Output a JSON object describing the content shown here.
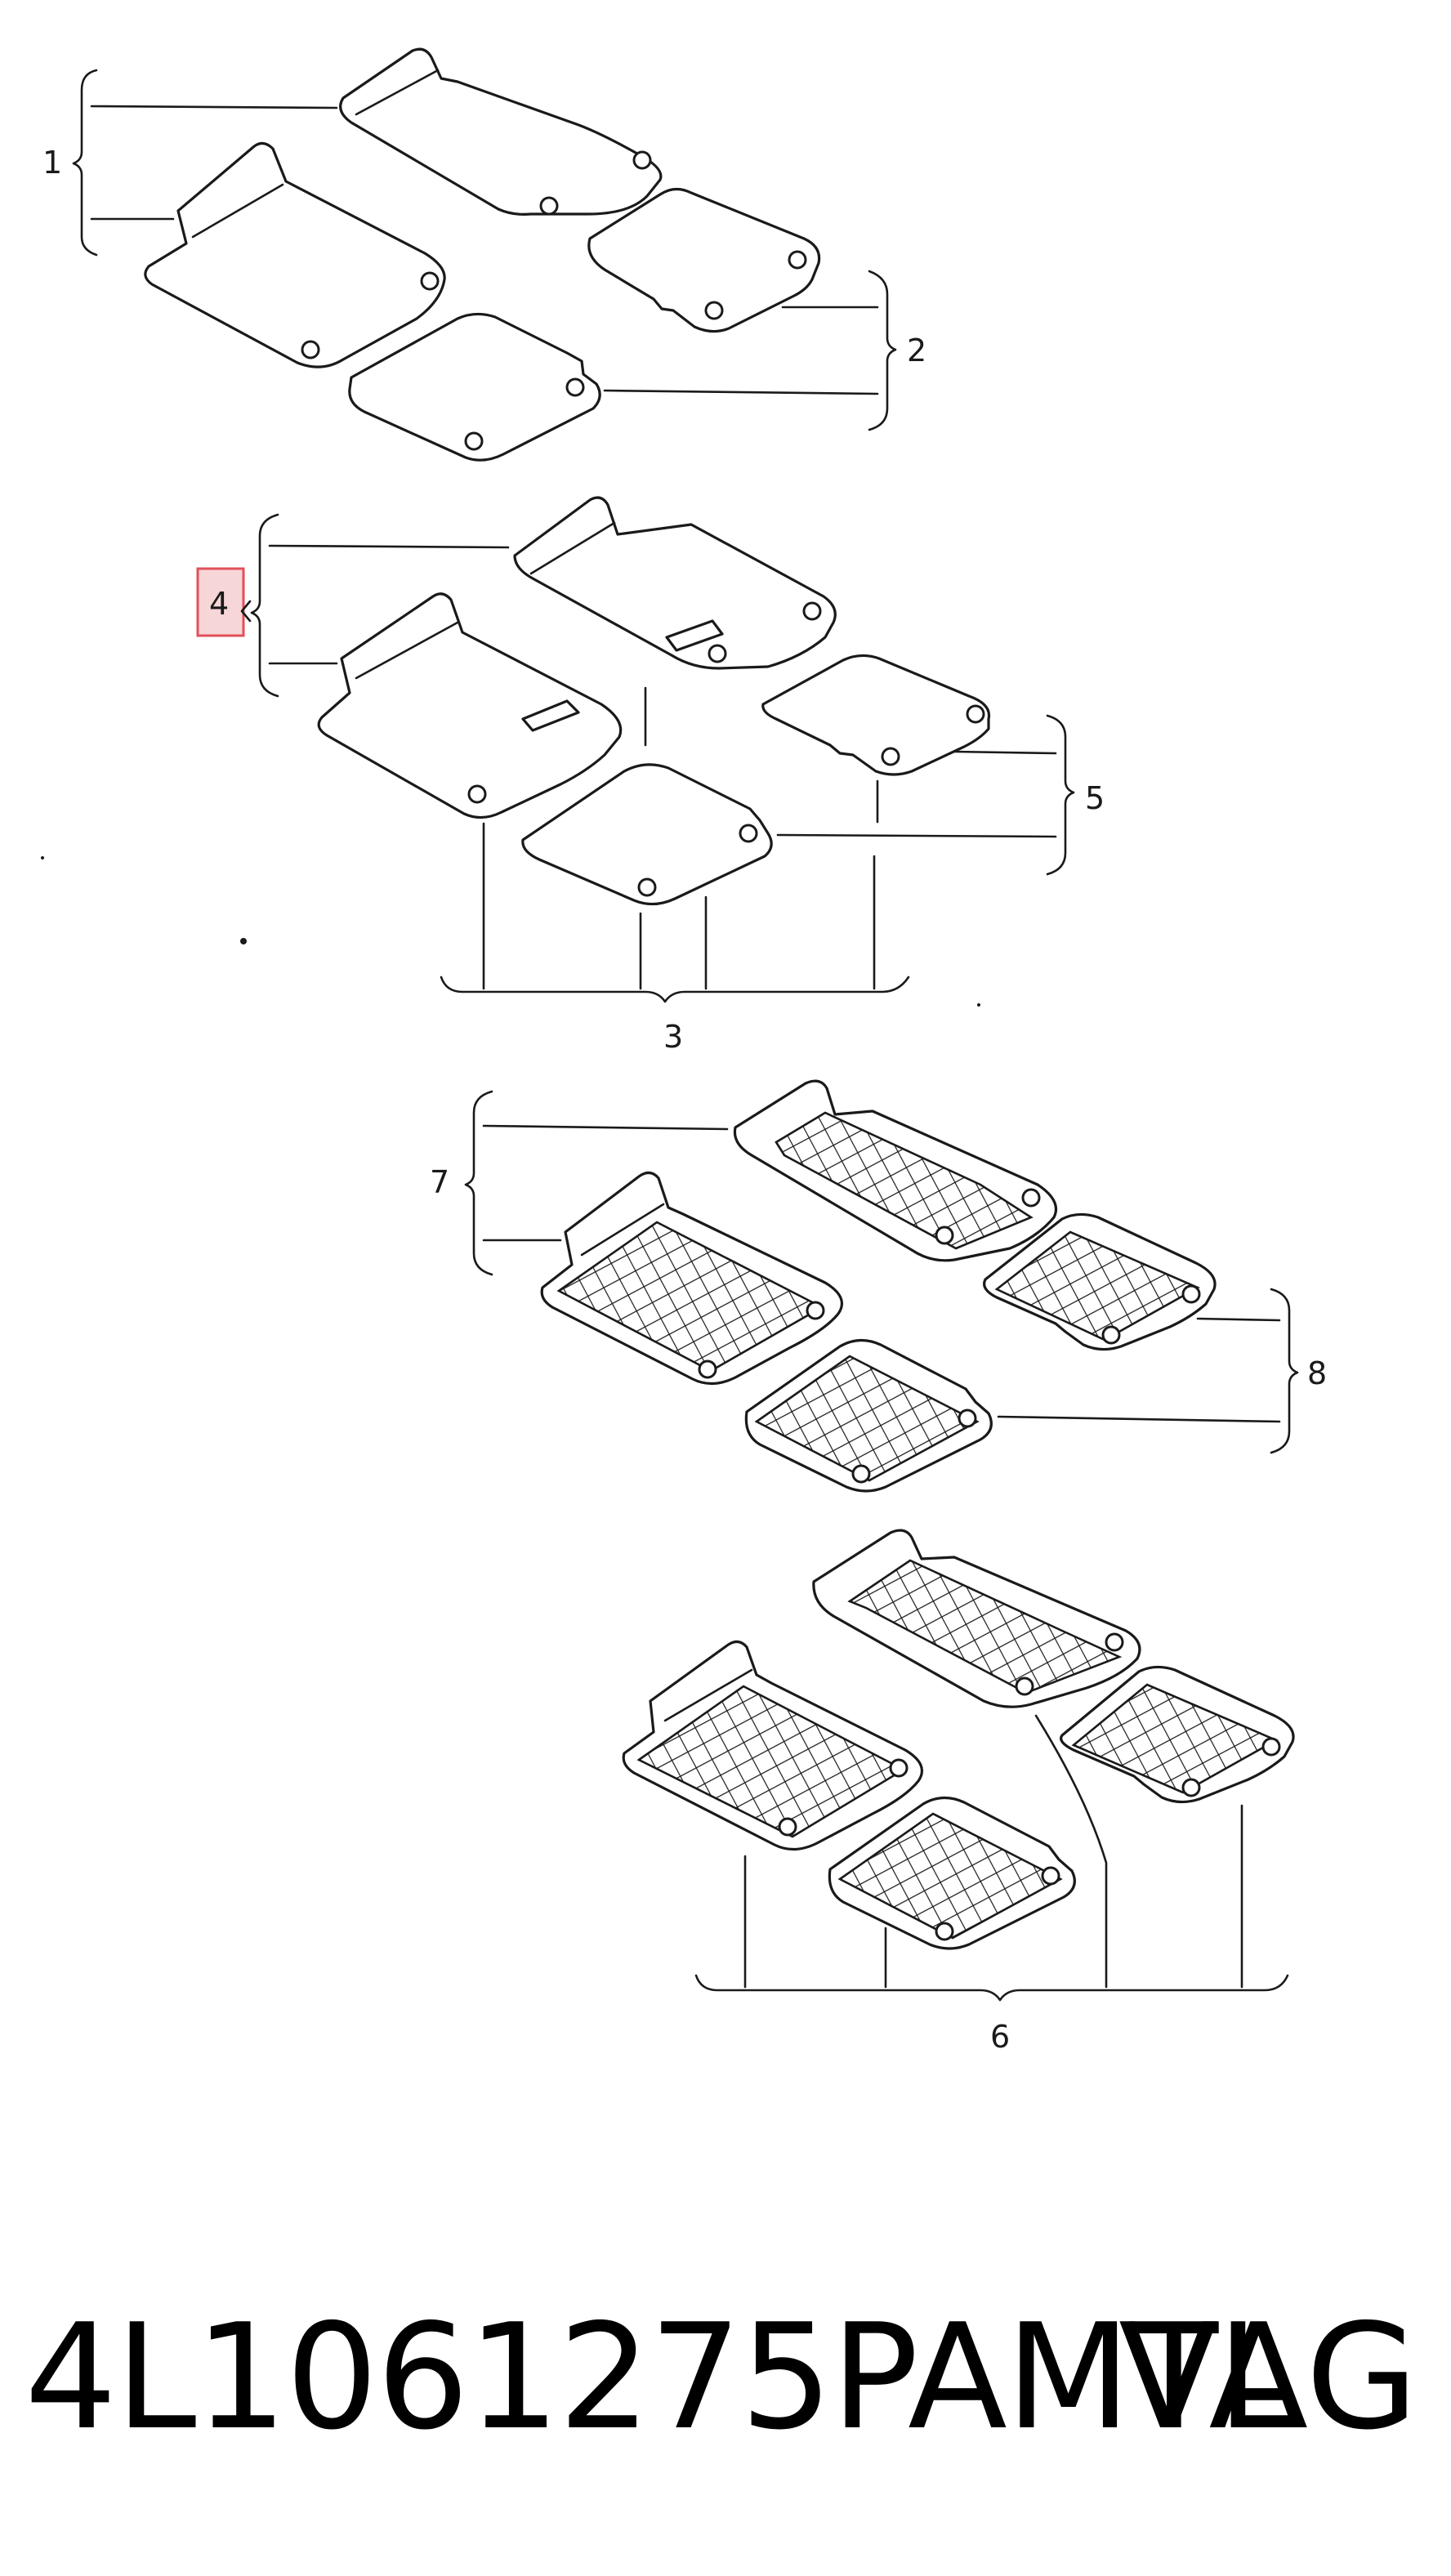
{
  "diagram": {
    "callouts": [
      {
        "id": "1",
        "text": "1"
      },
      {
        "id": "2",
        "text": "2"
      },
      {
        "id": "3",
        "text": "3"
      },
      {
        "id": "4",
        "text": "4",
        "highlighted": true
      },
      {
        "id": "5",
        "text": "5"
      },
      {
        "id": "6",
        "text": "6"
      },
      {
        "id": "7",
        "text": "7"
      },
      {
        "id": "8",
        "text": "8"
      }
    ],
    "highlight_color": "#e0505a"
  },
  "footer": {
    "part_number": "4L1061275PAMTL",
    "brand": "VAG"
  }
}
